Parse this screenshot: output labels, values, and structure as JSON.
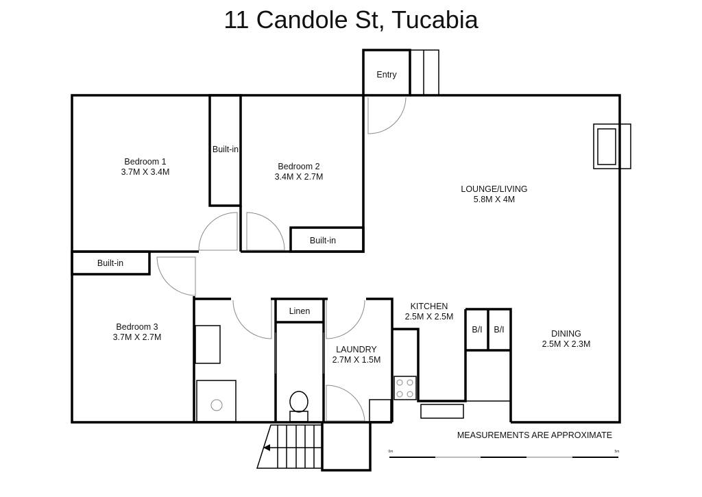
{
  "title": "11 Candole St, Tucabia",
  "rooms": {
    "entry": {
      "name": "Entry"
    },
    "bedroom1": {
      "name": "Bedroom 1",
      "size": "3.7M X 3.4M"
    },
    "bedroom2": {
      "name": "Bedroom 2",
      "size": "3.4M X 2.7M"
    },
    "bedroom3": {
      "name": "Bedroom 3",
      "size": "3.7M X 2.7M"
    },
    "lounge": {
      "name": "LOUNGE/LIVING",
      "size": "5.8M X 4M"
    },
    "kitchen": {
      "name": "KITCHEN",
      "size": "2.5M X 2.5M"
    },
    "laundry": {
      "name": "LAUNDRY",
      "size": "2.7M X 1.5M"
    },
    "dining": {
      "name": "DINING",
      "size": "2.5M X 2.3M"
    },
    "linen": {
      "name": "Linen"
    },
    "builtin": [
      "Built-in",
      "Built-in",
      "Built-in"
    ],
    "bi": [
      "B/I",
      "B/I"
    ]
  },
  "note": "MEASUREMENTS ARE APPROXIMATE",
  "scale": {
    "start": "0m",
    "end": "5m"
  }
}
